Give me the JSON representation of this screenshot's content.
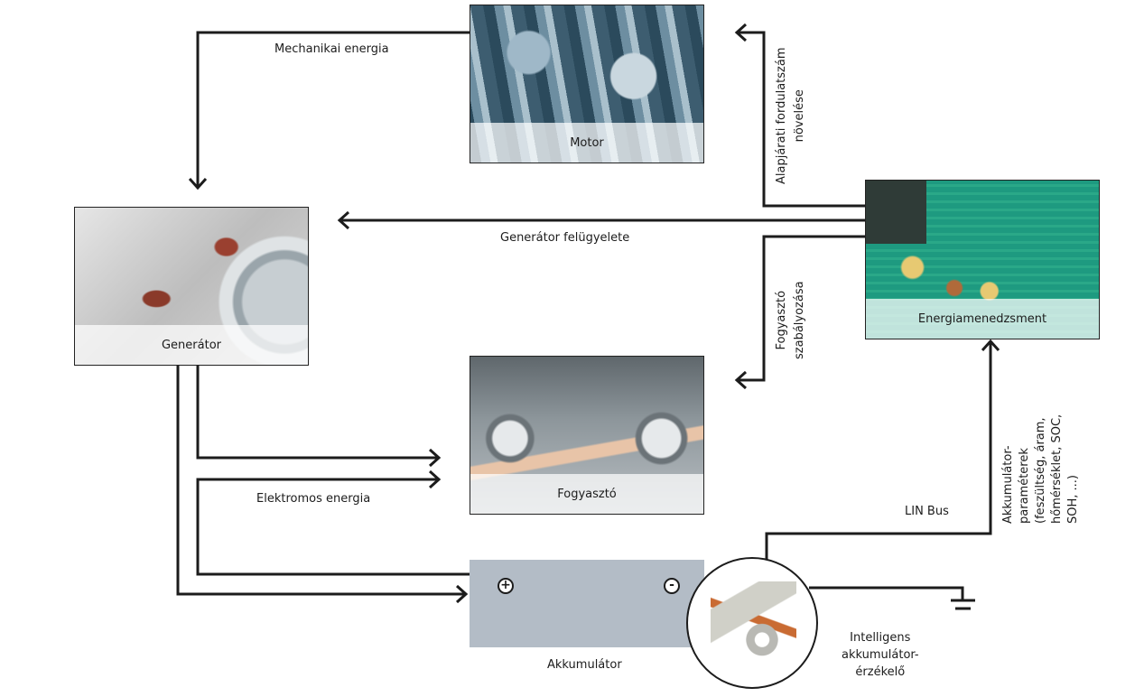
{
  "nodes": {
    "motor": {
      "label": "Motor",
      "image": "engine-photo"
    },
    "generator": {
      "label": "Generátor",
      "image": "alternator-photo"
    },
    "consumer": {
      "label": "Fogyasztó",
      "image": "climate-control-photo"
    },
    "energy_management": {
      "label": "Energiamenedzsment",
      "image": "circuit-board-photo"
    },
    "battery": {
      "label": "Akkumulátor",
      "plus_terminal": "+",
      "minus_terminal": "-"
    },
    "sensor": {
      "label_lines": [
        "Intelligens",
        "akkumulátor-",
        "érzékelő"
      ],
      "image": "battery-sensor-photo"
    }
  },
  "edges": {
    "mechanical_energy": "Mechanikai energia",
    "idle_speed_increase": [
      "Alapjárati fordulatszám",
      "növelése"
    ],
    "generator_monitoring": "Generátor felügyelete",
    "consumer_control": [
      "Fogyasztó",
      "szabályozása"
    ],
    "electrical_energy": "Elektromos energia",
    "lin_bus": "LIN Bus",
    "battery_parameters": [
      "Akkumulátor-",
      "paraméterek",
      "(feszültség, áram,",
      "hőmérséklet, SOC,",
      "SOH, ...)"
    ]
  },
  "colors": {
    "line": "#1c1c1c",
    "battery_fill": "#b3bcc6"
  }
}
